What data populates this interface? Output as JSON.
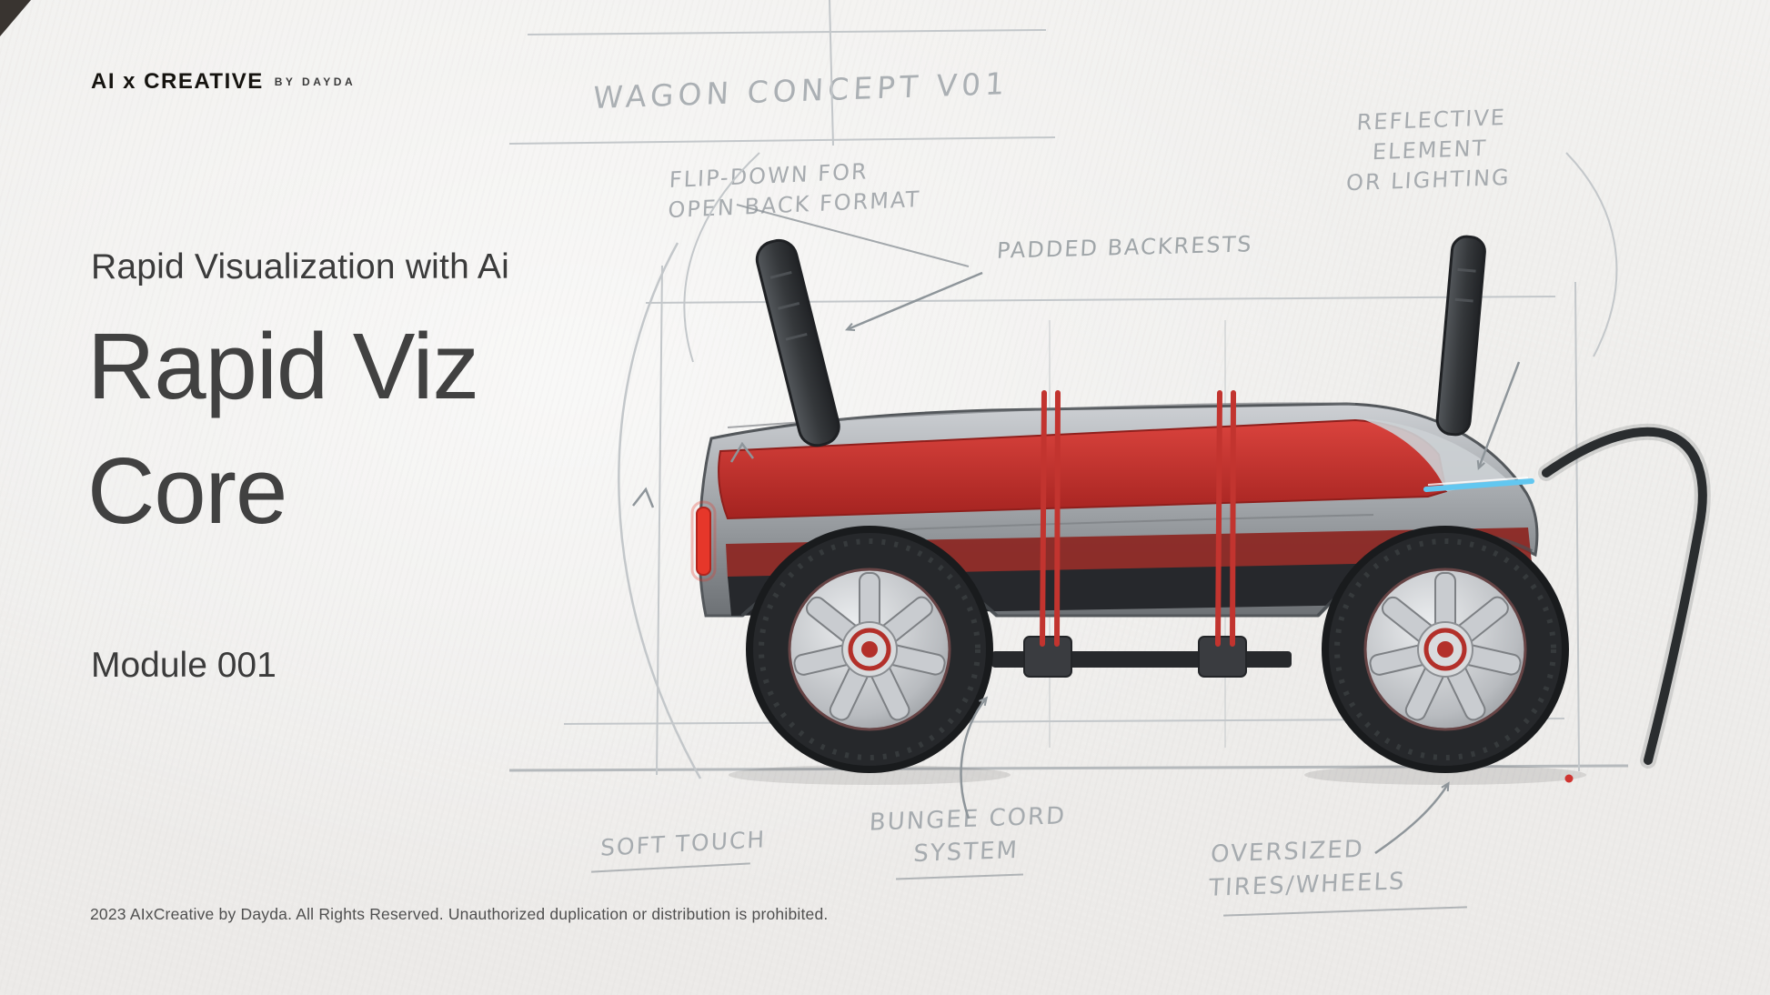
{
  "page": {
    "bg": "#efeeec",
    "accent_red": "#cf3430",
    "accent_blue": "#62c7f0",
    "ink": "#414141",
    "pencil": "#a4a9ad"
  },
  "logo": {
    "brand": "AI x CREATIVE",
    "byline": "BY DAYDA"
  },
  "hero": {
    "kicker": "Rapid Visualization with Ai",
    "title_line1": "Rapid Viz",
    "title_line2": "Core",
    "module": "Module 001"
  },
  "sketch": {
    "title": "WAGON CONCEPT V01",
    "annotations": {
      "flip_down": "FLIP-DOWN FOR\nOPEN BACK FORMAT",
      "padded": "PADDED BACKRESTS",
      "reflective": "REFLECTIVE\nELEMENT\nOR LIGHTING",
      "bungee": "BUNGEE CORD\nSYSTEM",
      "soft_touch": "SOFT TOUCH",
      "oversized": "OVERSIZED\nTIRES/WHEELS"
    }
  },
  "footer": {
    "copyright": "2023 AIxCreative by Dayda. All Rights Reserved. Unauthorized duplication or distribution is prohibited."
  }
}
